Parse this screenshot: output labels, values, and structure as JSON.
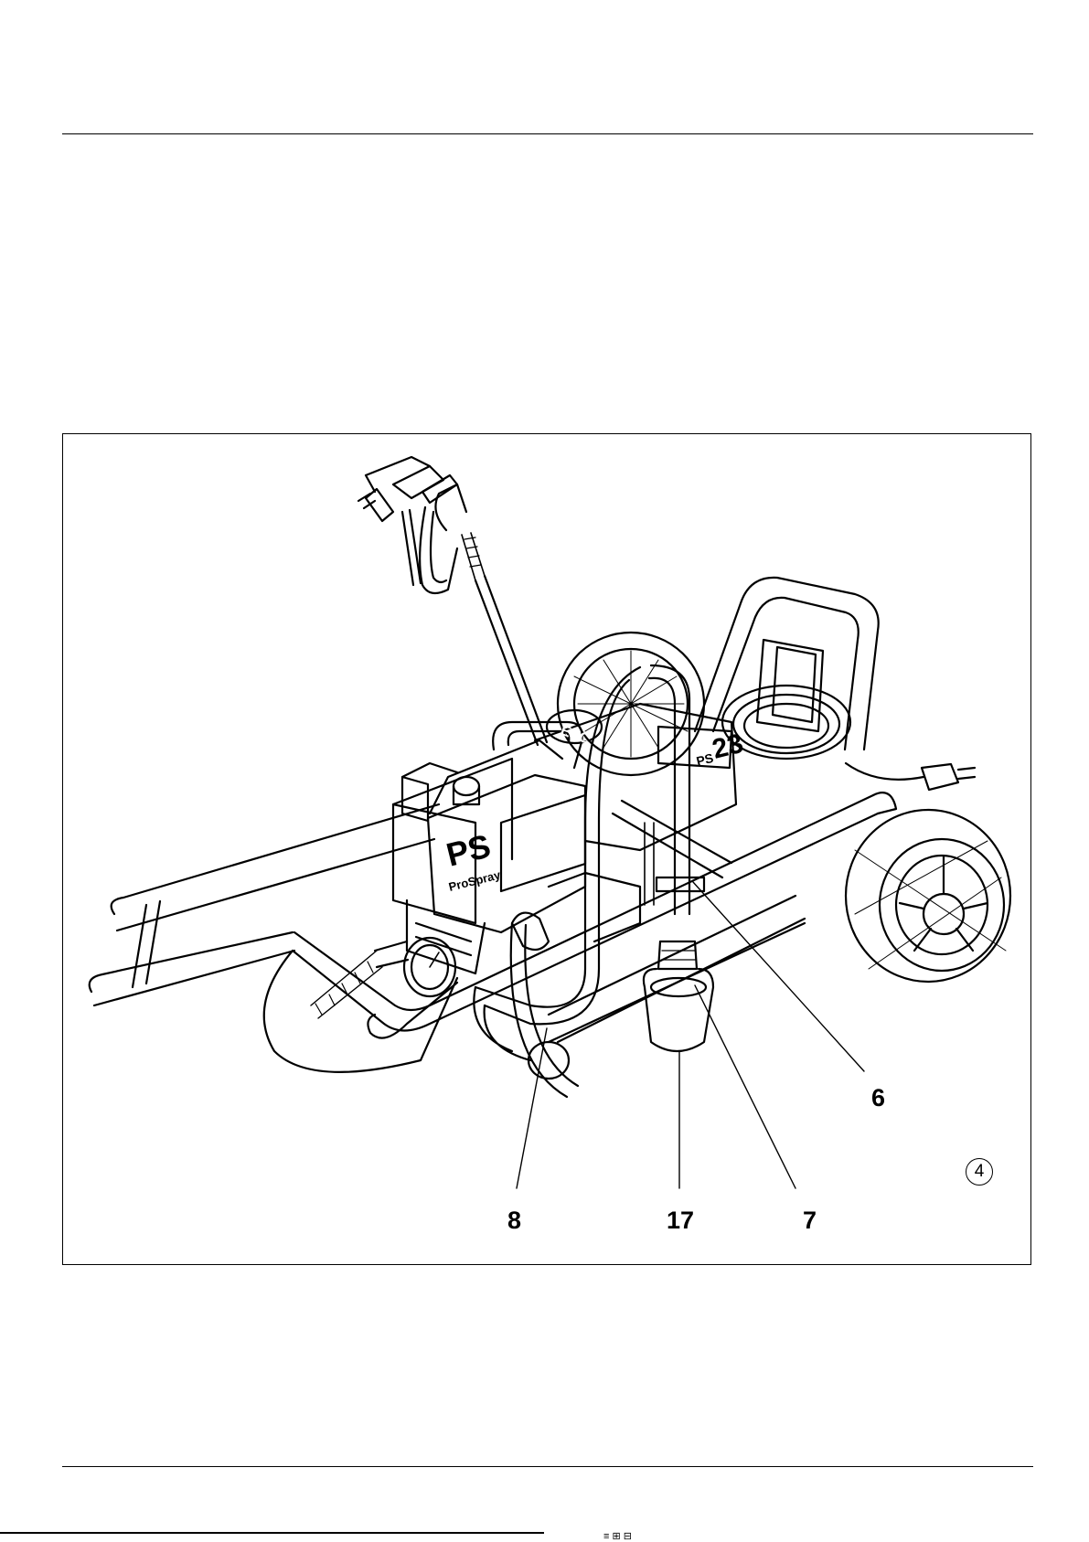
{
  "figure": {
    "callouts": [
      "6",
      "8",
      "17",
      "7"
    ],
    "figure_number": "4",
    "artwork": {
      "panel_labels": {
        "brand": "PS",
        "subbrand": "ProSpray",
        "model_prefix": "PS",
        "model_number": "23",
        "handle_label": "ESC"
      }
    }
  },
  "footer": {
    "mark": "≡ ⊞ ⊟"
  }
}
